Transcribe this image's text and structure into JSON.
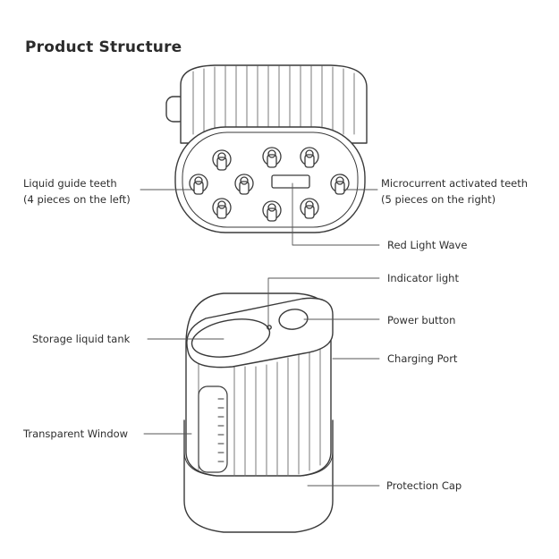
{
  "title": "Product Structure",
  "labels": {
    "liquid_guide_teeth": [
      "Liquid guide teeth",
      "(4 pieces on the left)"
    ],
    "microcurrent_teeth": [
      "Microcurrent activated teeth",
      "(5 pieces on the right)"
    ],
    "red_light_wave": "Red Light Wave",
    "indicator_light": "Indicator light",
    "power_button": "Power button",
    "storage_liquid_tank": "Storage liquid tank",
    "charging_port": "Charging Port",
    "transparent_window": "Transparent Window",
    "protection_cap": "Protection Cap"
  }
}
